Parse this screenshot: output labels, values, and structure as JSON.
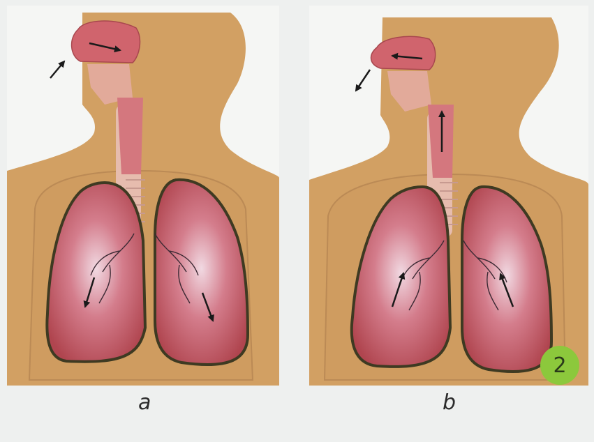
{
  "panels": [
    {
      "caption": "a",
      "airflow": "inhale",
      "body_color": "#d2a063",
      "lung_color": "#c0525e"
    },
    {
      "caption": "b",
      "airflow": "exhale",
      "body_color": "#d2a063",
      "lung_color": "#c0525e"
    }
  ],
  "badge": {
    "text": "2",
    "color": "#8cc83c"
  },
  "colors": {
    "panel_bg": "#f5f6f4",
    "outline": "#3e3a22",
    "trachea": "#e6bcae",
    "airway": "#d4777e"
  }
}
